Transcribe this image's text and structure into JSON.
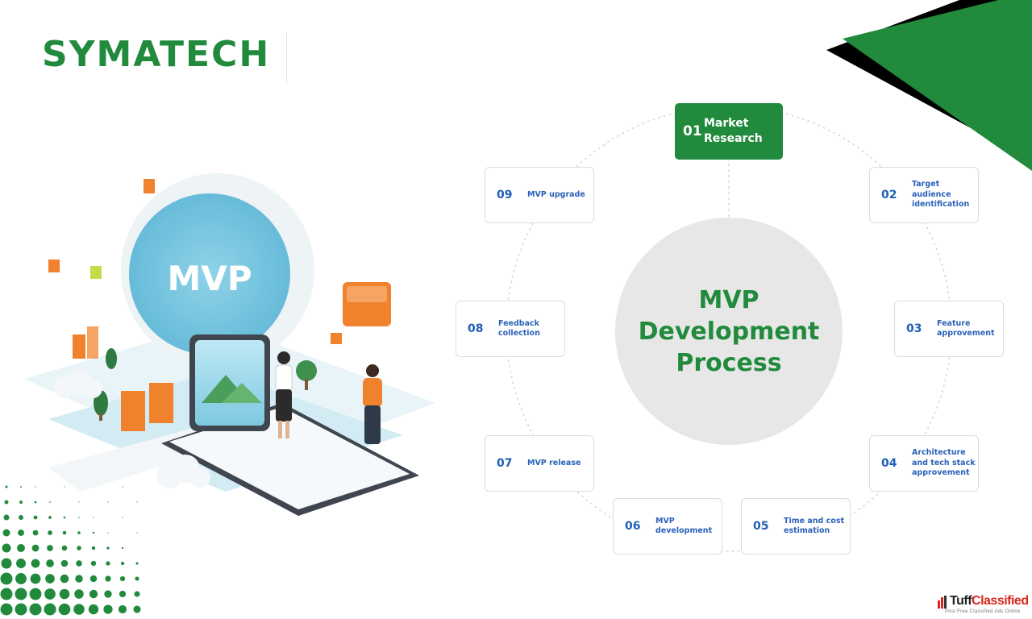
{
  "brand": {
    "logo_text": "SYMATECH",
    "colors": {
      "green": "#218a3c",
      "blue": "#1f5fb8",
      "orange": "#f0822d",
      "hub": "#e7e7e7"
    }
  },
  "diagram": {
    "type": "circular-process",
    "center_title": "MVP Development Process",
    "steps": [
      {
        "num": "01",
        "label": "Market Research",
        "highlighted": true
      },
      {
        "num": "02",
        "label": "Target audience identification"
      },
      {
        "num": "03",
        "label": "Feature approvement"
      },
      {
        "num": "04",
        "label": "Architecture and tech stack approvement"
      },
      {
        "num": "05",
        "label": "Time and cost estimation"
      },
      {
        "num": "06",
        "label": "MVP development"
      },
      {
        "num": "07",
        "label": "MVP release"
      },
      {
        "num": "08",
        "label": "Feedback collection"
      },
      {
        "num": "09",
        "label": "MVP upgrade"
      }
    ]
  },
  "illustration": {
    "sign_text": "MVP",
    "icons": [
      "mvp-platform-illustration",
      "smartphone-icon",
      "person-icon",
      "tree-icon",
      "cloud-icon",
      "cube-icon"
    ]
  },
  "watermark": {
    "name_part1": "Tuff",
    "name_part2": "Classified",
    "tagline": "Post Free Classified Ads Online"
  }
}
